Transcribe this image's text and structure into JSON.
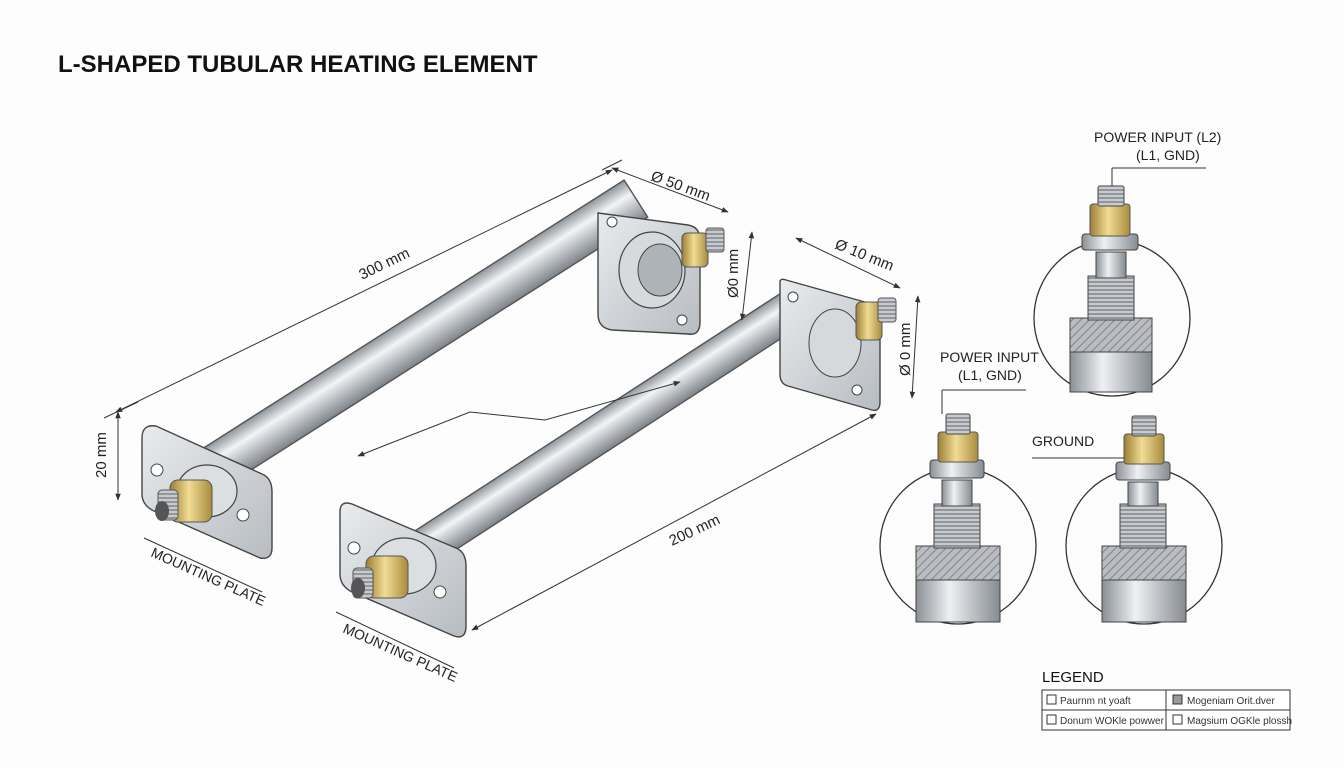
{
  "title": "L-SHAPED TUBULAR HEATING ELEMENT",
  "dimensions": {
    "length_long": "300 mm",
    "length_short": "200 mm",
    "height": "20 mm",
    "diameter_top": "Ø 50 mm",
    "diameter_mid": "Ø 10 mm",
    "side_a": "Ø0 mm",
    "side_b": "Ø 0 mm"
  },
  "labels": {
    "mounting_plate_left": "MOUNTING PLATE",
    "mounting_plate_right": "MOUNTING PLATE"
  },
  "details": {
    "top": {
      "line1": "POWER INPUT (L2)",
      "line2": "(L1, GND)"
    },
    "left": {
      "line1": "POWER INPUT",
      "line2": "(L1, GND)"
    },
    "right": {
      "line1": "GROUND"
    }
  },
  "legend": {
    "title": "LEGEND",
    "items": [
      "Paurnm nt yoaft",
      "Mogeniam Orit.dver",
      "Donum WOKle powwer",
      "Magsium OGKle plossh"
    ]
  },
  "colors": {
    "steel_light": "#eef0f2",
    "steel_dark": "#9ea3a8",
    "brass": "#c9ae62",
    "outline": "#3a3a3a"
  }
}
